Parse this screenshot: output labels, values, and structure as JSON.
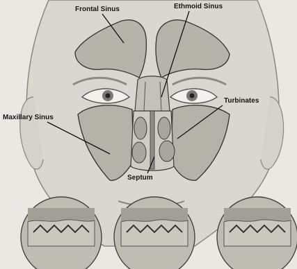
{
  "labels": {
    "frontal": "Frontal Sinus",
    "ethmoid": "Ethmoid Sinus",
    "maxillary": "Maxillary Sinus",
    "turbinates": "Turbinates",
    "septum": "Septum"
  },
  "colors": {
    "background": "#e9e8e3",
    "skin": "#d8d6cf",
    "sinus": "#b5b2aa",
    "outline": "#3a3a3a"
  }
}
